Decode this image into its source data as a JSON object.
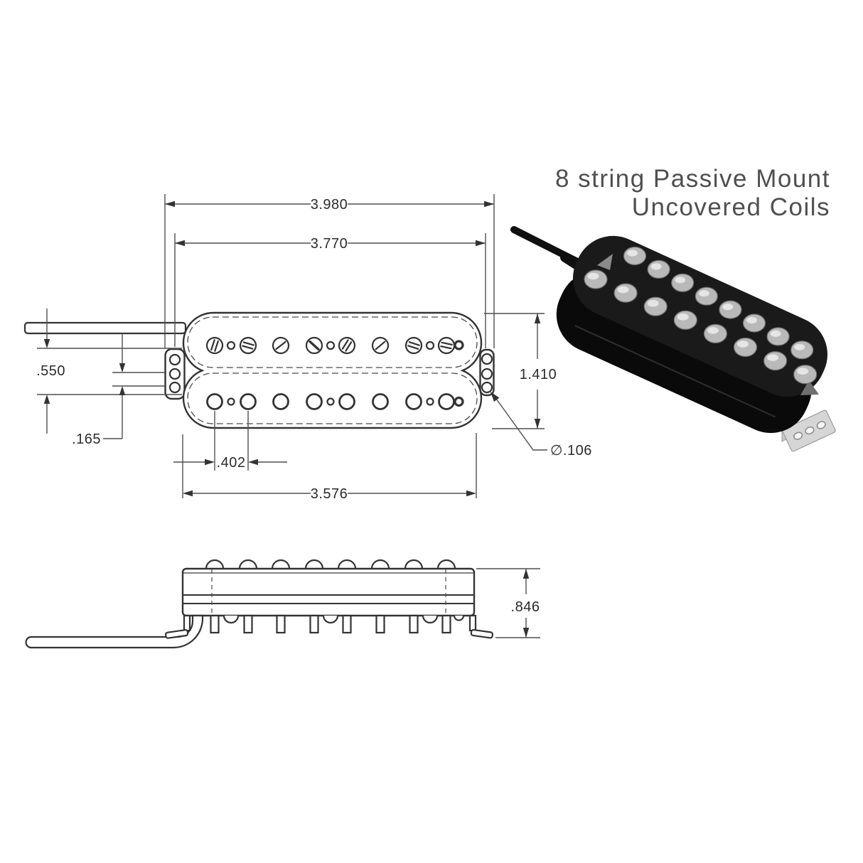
{
  "title": {
    "line1": "8 string Passive Mount",
    "line2": "Uncovered Coils"
  },
  "top_view": {
    "dim_overall_length": "3.980",
    "dim_mount_hole_span": "3.770",
    "dim_body_height": "1.410",
    "dim_wire_to_center": ".550",
    "dim_tab_hole_pitch": ".165",
    "dim_pole_spacing": ".402",
    "dim_baseplate_length": "3.576",
    "dim_tab_hole_diameter": "∅.106"
  },
  "side_view": {
    "dim_overall_height": ".846"
  },
  "pickup": {
    "coil_count": 2,
    "poles_per_coil": 8,
    "tab_hole_count": 3
  },
  "colors": {
    "line_art": "#333333",
    "dimension_lines": "#4f4f4f",
    "dimension_text": "#2c2c2c",
    "title_text": "#4f4f4f",
    "pickup_body": "#1a1a1a",
    "pole_piece": "#b9b9b9",
    "mounting_tab": "#d6d6d6",
    "background": "#ffffff"
  }
}
